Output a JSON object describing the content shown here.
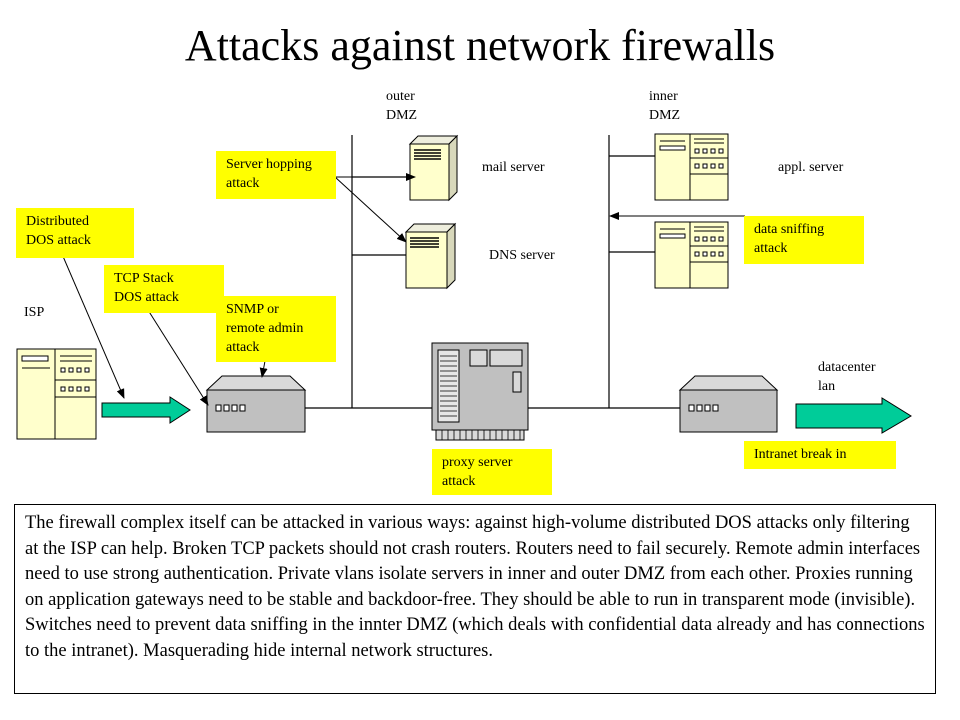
{
  "title": "Attacks against network firewalls",
  "zones": {
    "isp": "ISP",
    "outer_dmz": "outer\nDMZ",
    "inner_dmz": "inner\nDMZ",
    "datacenter_lan": "datacenter\nlan"
  },
  "servers": {
    "mail": "mail server",
    "dns": "DNS server",
    "appl": "appl. server"
  },
  "attacks": {
    "distributed_dos": "Distributed\nDOS attack",
    "tcp_stack_dos": "TCP Stack\nDOS attack",
    "server_hopping": "Server hopping\nattack",
    "snmp_remote_admin": "SNMP or\nremote admin\nattack",
    "proxy_server": "proxy server\nattack",
    "data_sniffing": "data sniffing\nattack",
    "intranet_break_in": "Intranet break in"
  },
  "description": "The firewall complex itself can be attacked in various ways: against high-volume distributed DOS attacks only filtering at the ISP can help. Broken TCP packets should not crash routers. Routers need to fail securely. Remote admin interfaces need to use strong authentication. Private vlans isolate servers in inner and outer DMZ from each other. Proxies running on application gateways need to be stable and backdoor-free. They should be able to run in transparent mode (invisible). Switches need to prevent data sniffing in the innter DMZ (which deals with confidential data already and has connections to the intranet). Masquerading hide internal network structures.",
  "colors": {
    "note_fill": "#ffff00",
    "device_fill": "#ffffcc",
    "router_fill": "#c0c0c0",
    "arrow_fill": "#00cc99"
  }
}
